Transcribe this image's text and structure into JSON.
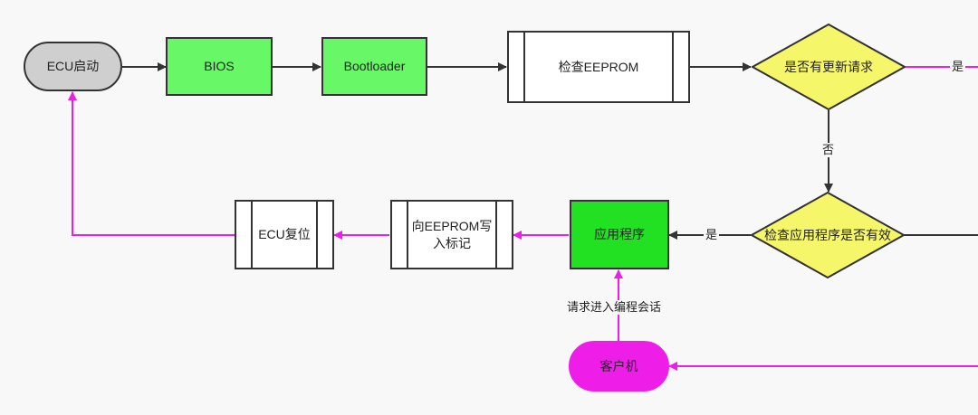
{
  "diagram": {
    "colors": {
      "background": "#f8f8f8",
      "normal_edge": "#333333",
      "client_edge": "#ee1ee8",
      "terminal_start": "#cfcfcf",
      "process_green": "#67f767",
      "app_green": "#22e022",
      "decision_yellow": "#f6f66a",
      "client_magenta": "#ee1ee8"
    },
    "nodes": {
      "ecu_start": {
        "label": "ECU启动"
      },
      "bios": {
        "label": "BIOS"
      },
      "bootloader": {
        "label": "Bootloader"
      },
      "check_eeprom": {
        "label": "检查EEPROM"
      },
      "update_request": {
        "label": "是否有更新请求"
      },
      "check_app": {
        "label": "检查应用程序是否有效"
      },
      "app": {
        "label": "应用程序"
      },
      "write_eeprom": {
        "label": "向EEPROM写\n入标记"
      },
      "ecu_reset": {
        "label": "ECU复位"
      },
      "client": {
        "label": "客户机"
      }
    },
    "edge_labels": {
      "update_yes": "是",
      "update_no": "否",
      "app_valid_yes": "是",
      "enter_programming": "请求进入编程会话"
    }
  }
}
